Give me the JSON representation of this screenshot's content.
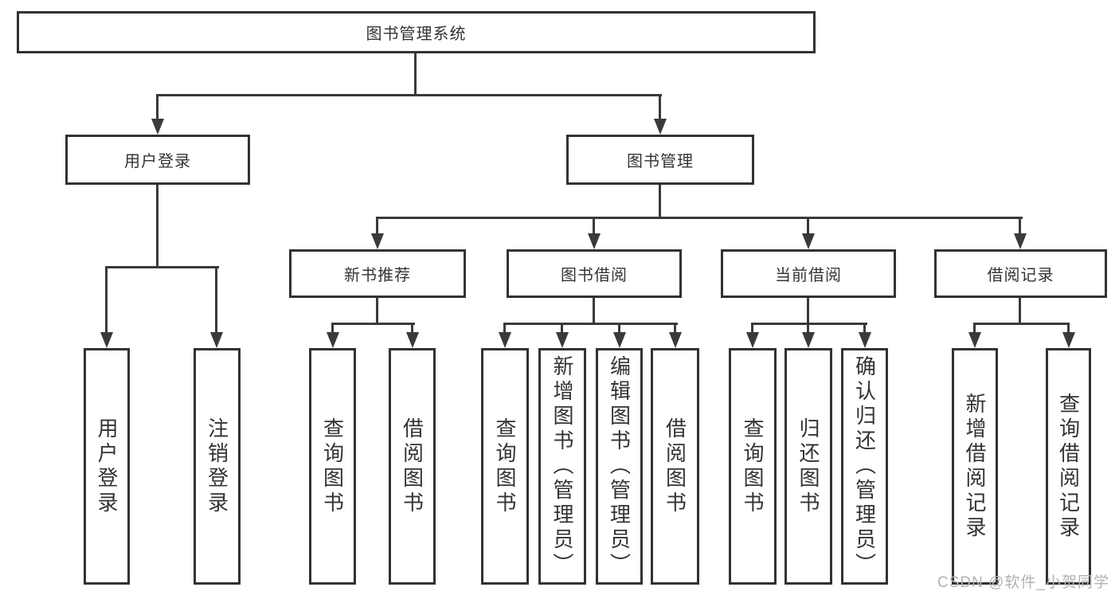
{
  "tree": {
    "root": "图书管理系统",
    "level2": {
      "user_login": "用户登录",
      "book_management": "图书管理"
    },
    "level3": {
      "new_book_recommend": "新书推荐",
      "book_borrowing": "图书借阅",
      "current_borrowing": "当前借阅",
      "borrowing_records": "借阅记录"
    },
    "leaves": {
      "user_login": [
        "用户登录",
        "注销登录"
      ],
      "new_book_recommend": [
        "查询图书",
        "借阅图书"
      ],
      "book_borrowing": [
        "查询图书",
        "新增图书（管理员）",
        "编辑图书（管理员）",
        "借阅图书"
      ],
      "current_borrowing": [
        "查询图书",
        "归还图书",
        "确认归还（管理员）"
      ],
      "borrowing_records": [
        "新增借阅记录",
        "查询借阅记录"
      ]
    }
  },
  "watermark": "CSDN @软件_小贺同学",
  "colors": {
    "line": "#3a3a3a",
    "border": "#323232",
    "text": "#333333",
    "watermark": "#b2b2b5",
    "background": "#ffffff"
  }
}
